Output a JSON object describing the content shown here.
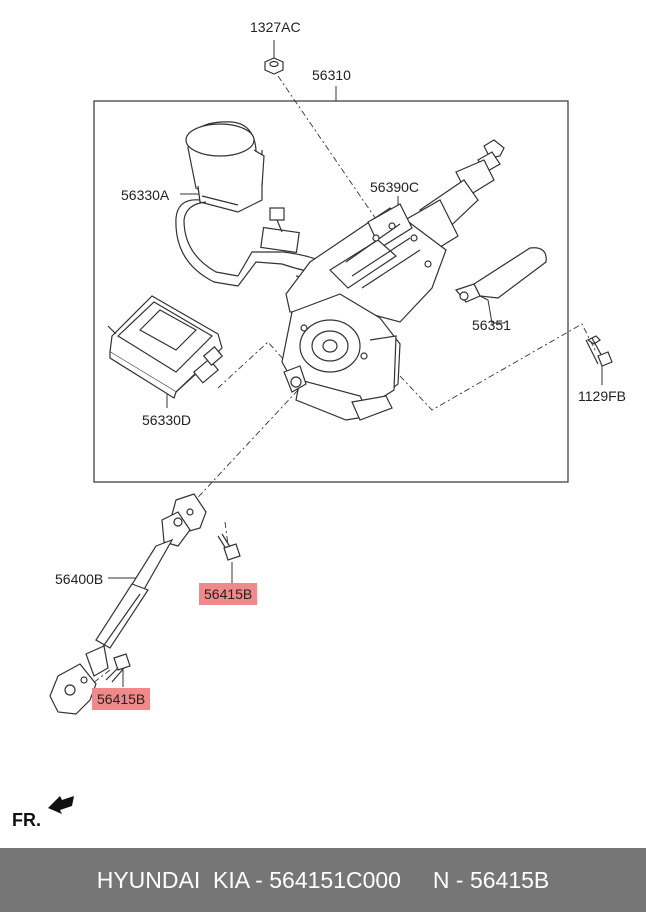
{
  "labels": {
    "p1327AC": "1327AC",
    "p56310": "56310",
    "p56330A": "56330A",
    "p56390C": "56390C",
    "p56351": "56351",
    "p1129FB": "1129FB",
    "p56330D": "56330D",
    "p56400B": "56400B",
    "p56415B_upper": "56415B",
    "p56415B_lower": "56415B"
  },
  "direction": {
    "label": "FR."
  },
  "footer": {
    "text": "HYUNDAI  KIA - 564151C000     N - 56415B"
  },
  "colors": {
    "highlight": "#f08a8a",
    "footer_bg": "#767676",
    "line": "#333333"
  }
}
